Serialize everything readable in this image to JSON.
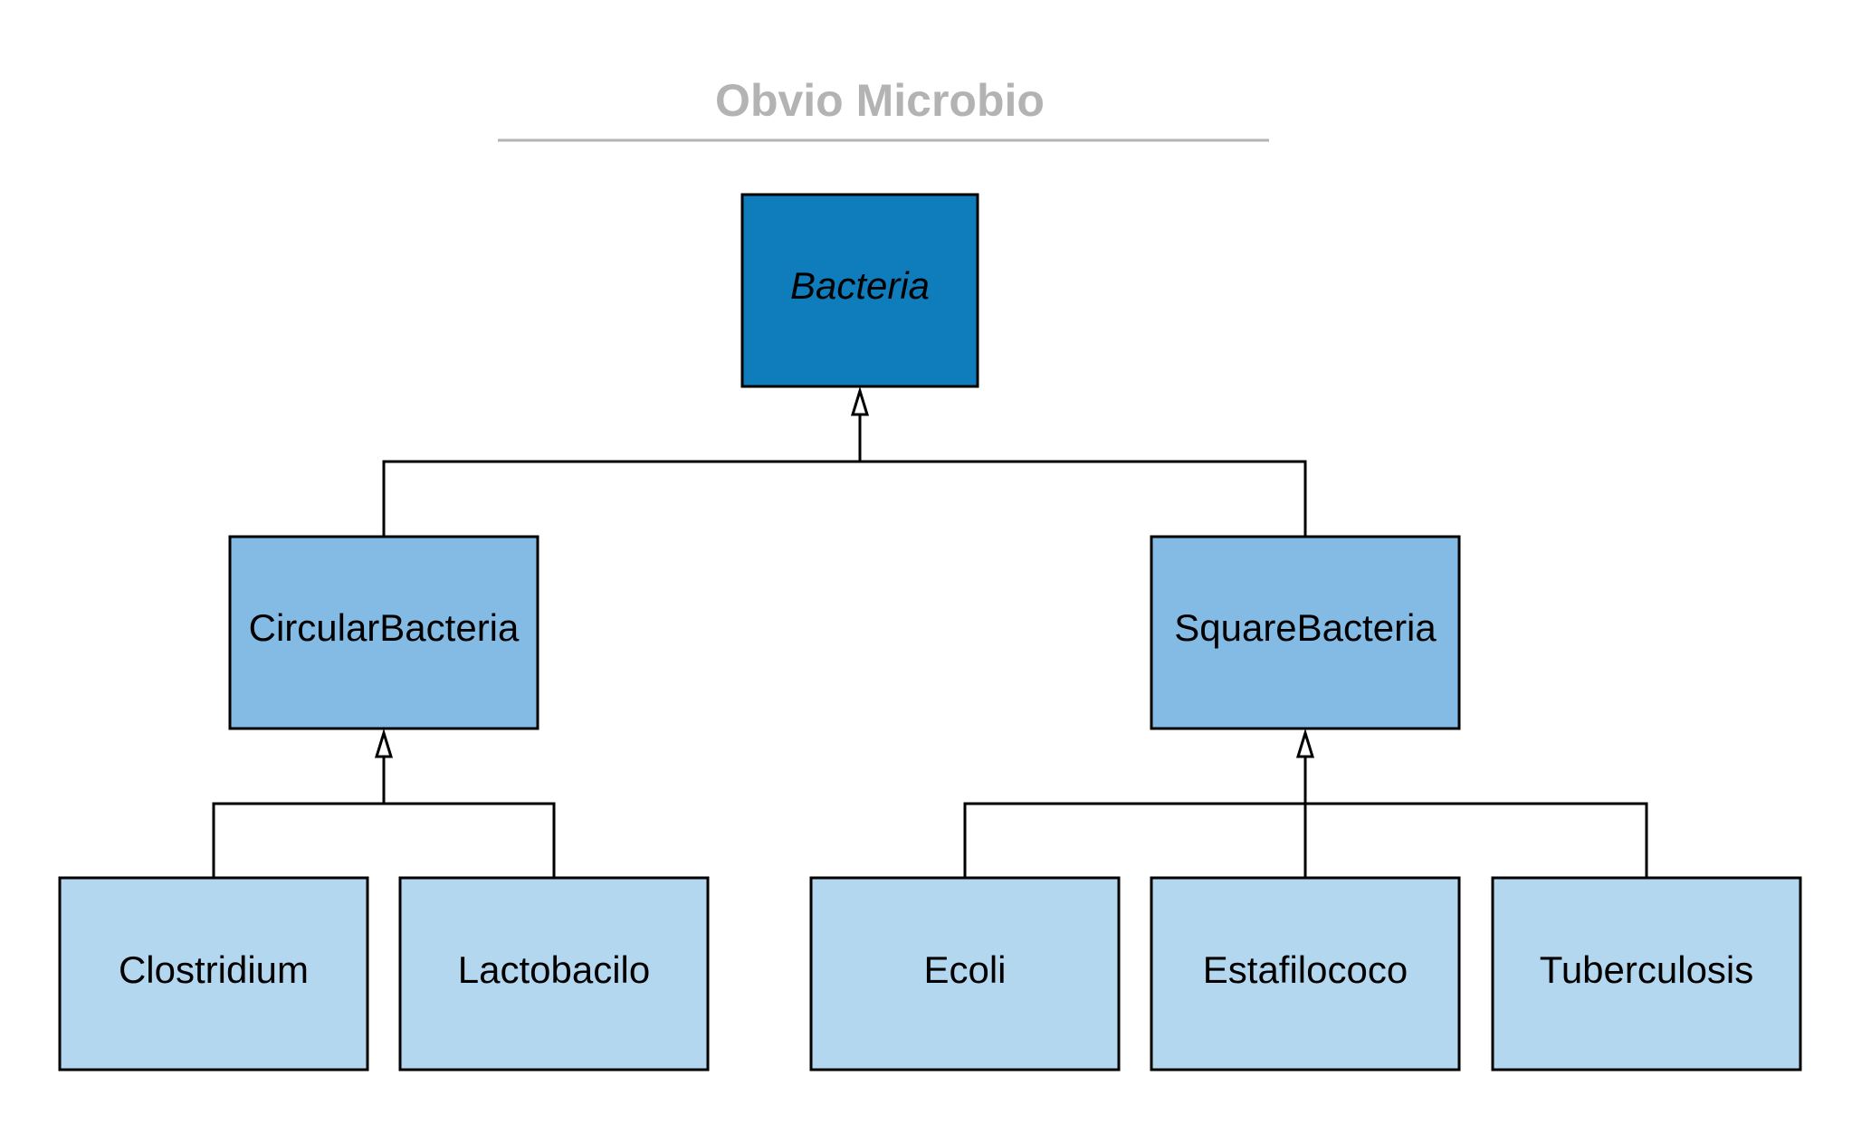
{
  "diagram": {
    "title": "Obvio Microbio",
    "colors": {
      "root": "#0f7dbc",
      "mid": "#84bbe4",
      "leaf": "#b4d7f0",
      "title": "#b3b3b3",
      "title_rule": "#b3b3b3",
      "stroke": "#000000"
    },
    "root": {
      "label": "Bacteria",
      "style": "italic"
    },
    "classes": {
      "circular": "CircularBacteria",
      "square": "SquareBacteria"
    },
    "leaves": {
      "clostridium": "Clostridium",
      "lactobacilo": "Lactobacilo",
      "ecoli": "Ecoli",
      "estafilococo": "Estafilococo",
      "tuberculosis": "Tuberculosis"
    },
    "relationship": "inheritance-hollow-arrow"
  }
}
